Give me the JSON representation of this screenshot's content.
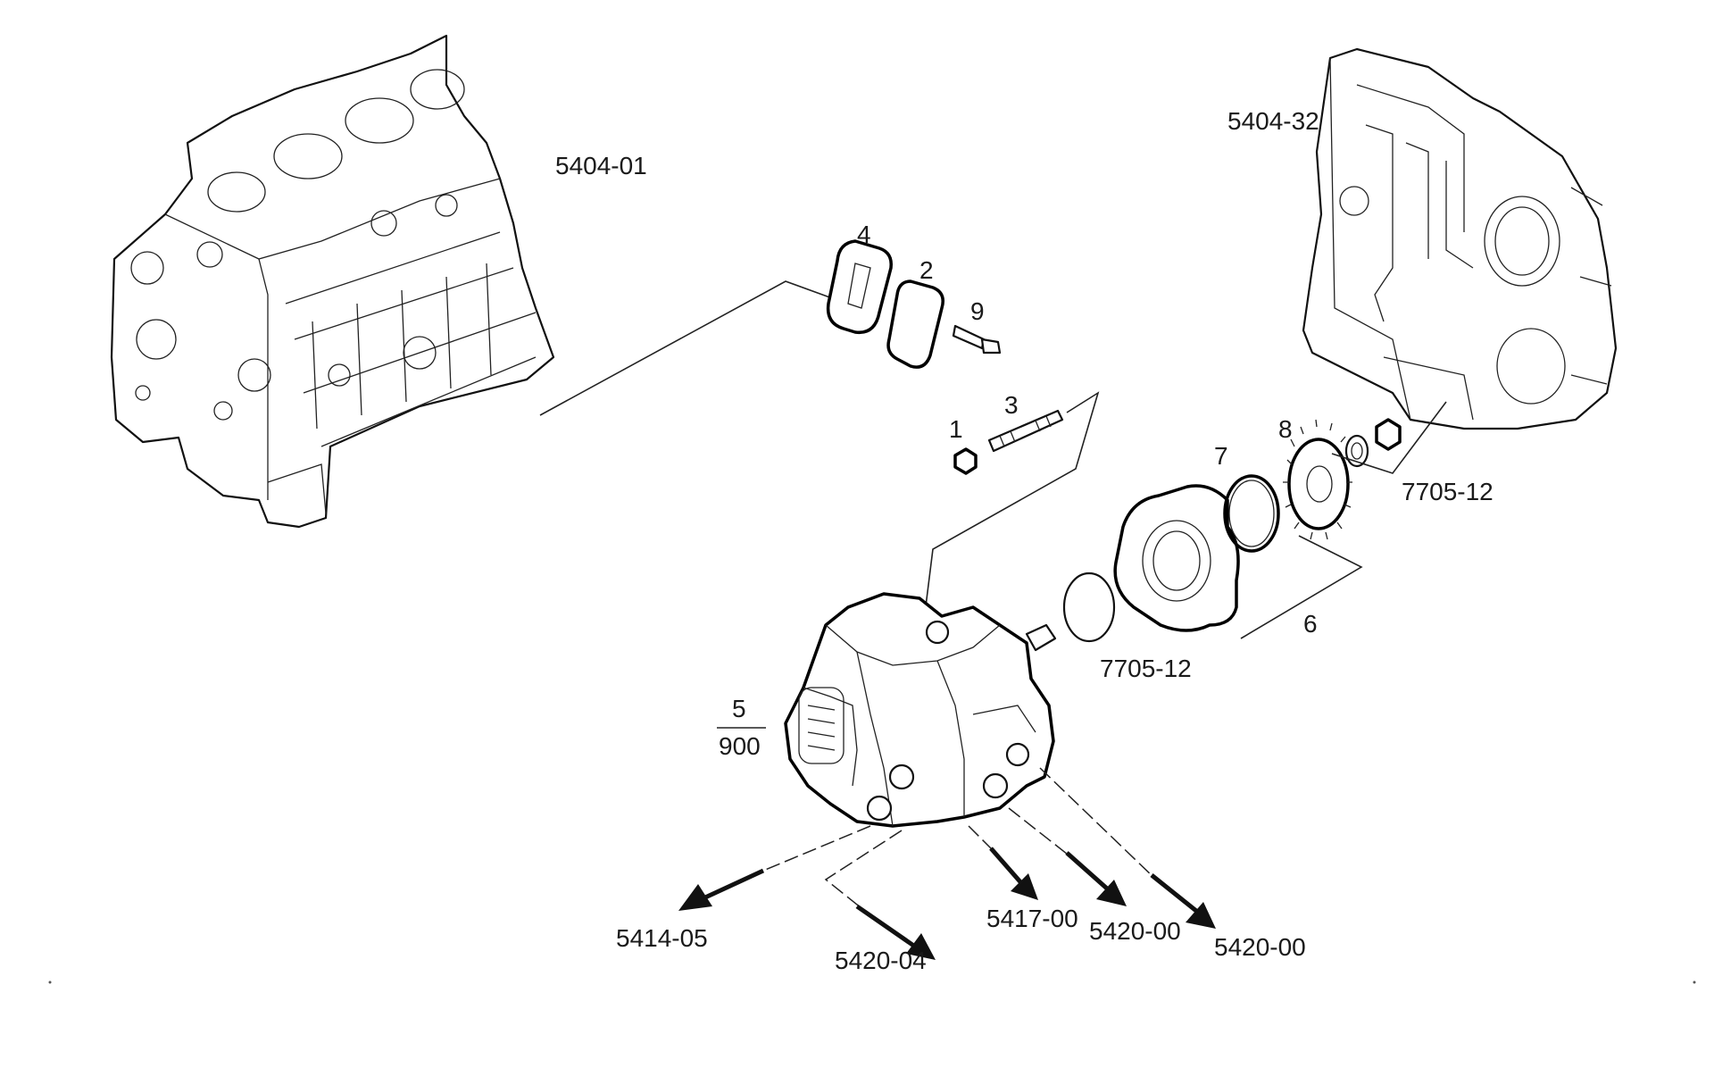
{
  "labels": {
    "engine_block": "5404-01",
    "timing_cover": "5404-32",
    "item_4": "4",
    "item_2": "2",
    "item_9": "9",
    "item_3": "3",
    "item_1": "1",
    "item_7": "7",
    "item_8": "8",
    "ref_7705_12_right": "7705-12",
    "item_6": "6",
    "ref_7705_12_center": "7705-12",
    "item_5": "5",
    "item_900": "900",
    "ref_5414_05": "5414-05",
    "ref_5420_04": "5420-04",
    "ref_5417_00": "5417-00",
    "ref_5420_00_a": "5420-00",
    "ref_5420_00_b": "5420-00"
  }
}
